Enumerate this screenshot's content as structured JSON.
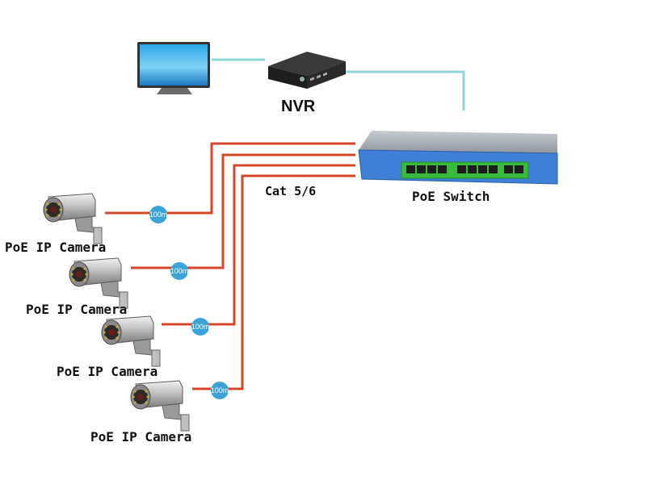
{
  "devices": {
    "nvr_label": "NVR",
    "switch_label": "PoE Switch",
    "cable_label": "Cat 5/6",
    "cameras": [
      {
        "label": "PoE IP Camera",
        "distance": "100m"
      },
      {
        "label": "PoE IP Camera",
        "distance": "100m"
      },
      {
        "label": "PoE IP Camera",
        "distance": "100m"
      },
      {
        "label": "PoE IP Camera",
        "distance": "100m"
      }
    ]
  },
  "colors": {
    "cable_poe": "#d2472a",
    "cable_video": "#8fd6d6",
    "switch_front": "#3f7fd8",
    "switch_ports": "#3aba3a",
    "badge": "#3aa4d8"
  }
}
